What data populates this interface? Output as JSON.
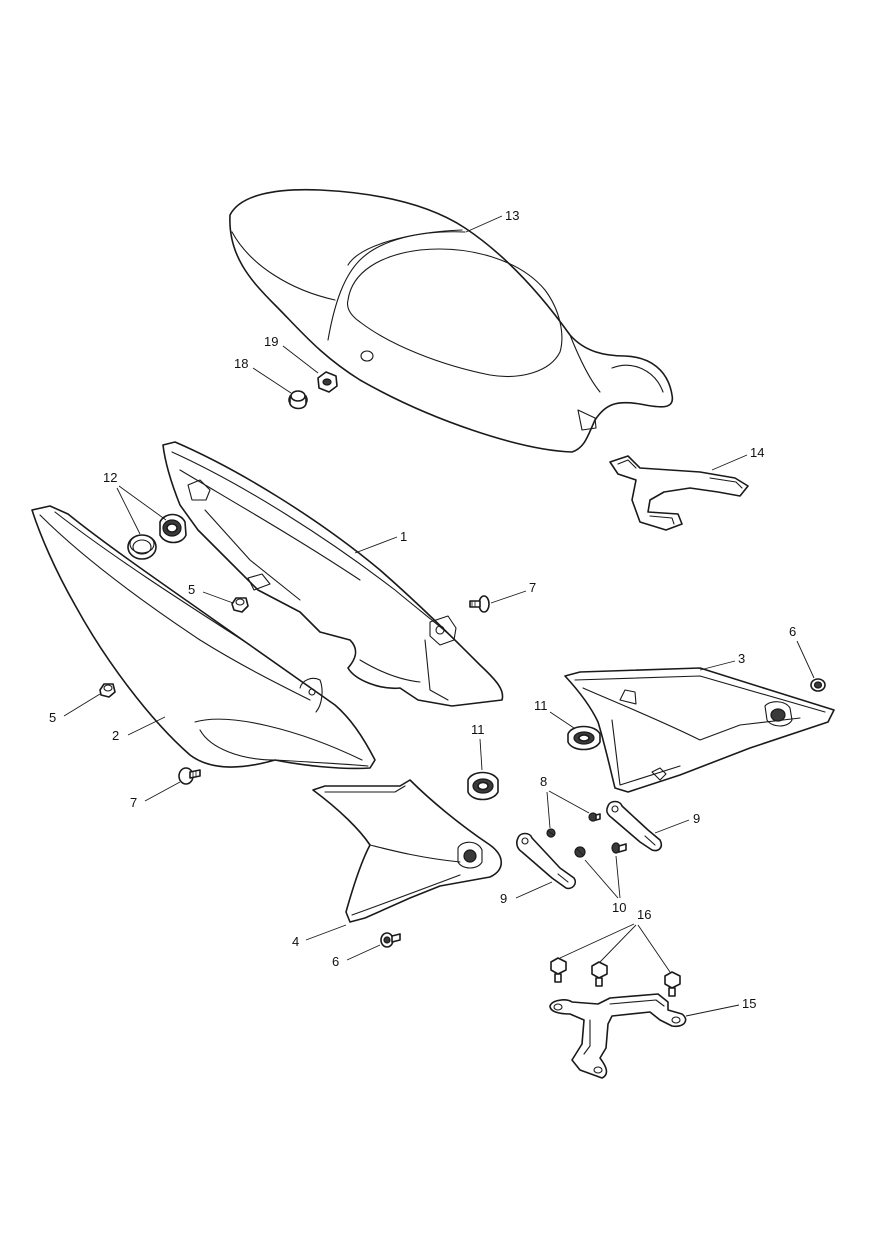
{
  "callouts": {
    "c1": "1",
    "c2": "2",
    "c3": "3",
    "c4": "4",
    "c5a": "5",
    "c5b": "5",
    "c6a": "6",
    "c6b": "6",
    "c7a": "7",
    "c7b": "7",
    "c8": "8",
    "c9a": "9",
    "c9b": "9",
    "c10": "10",
    "c11a": "11",
    "c11b": "11",
    "c12": "12",
    "c13": "13",
    "c14": "14",
    "c15": "15",
    "c16": "16",
    "c18": "18",
    "c19": "19"
  }
}
